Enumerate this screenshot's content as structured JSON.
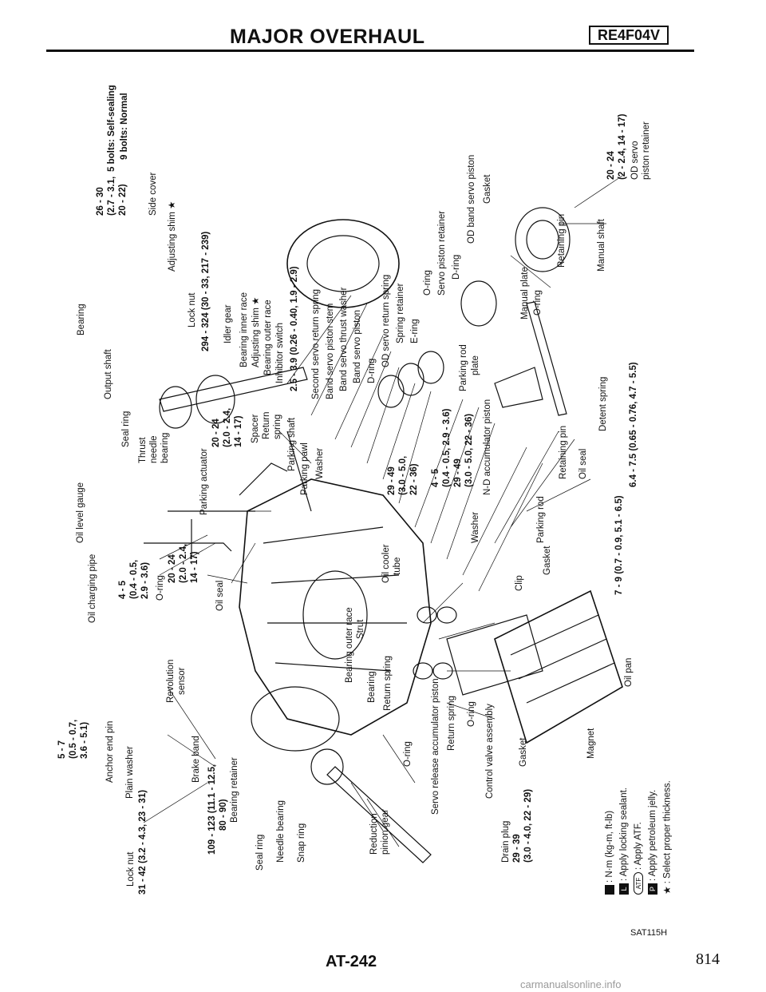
{
  "header": {
    "title": "MAJOR OVERHAUL",
    "model": "RE4F04V"
  },
  "labels": {
    "lock_nut_l": "Lock nut",
    "t_31_42": "31 - 42 (3.2 - 4.3, 23 - 31)",
    "plain_washer": "Plain washer",
    "anchor_end_pin": "Anchor end pin",
    "t_5_7": "5 - 7",
    "t_5_7b": "(0.5 - 0.7,",
    "t_5_7c": "3.6 - 5.1)",
    "revolution_sensor": "Revolution",
    "sensor": "sensor",
    "oil_charging_pipe": "Oil charging pipe",
    "oil_level_gauge": "Oil level gauge",
    "t_4_5": "4 - 5",
    "t_4_5b": "(0.4 - 0.5,",
    "t_4_5c": "2.9 - 3.6)",
    "o_ring_a": "O-ring",
    "t_20_24": "20 - 24",
    "t_20_24b": "(2.0 - 2.4,",
    "t_20_24c": "14 - 17)",
    "oil_seal_a": "Oil seal",
    "thrust_needle_bearing": "Thrust",
    "needle": "needle",
    "bearing_w": "bearing",
    "seal_ring_a": "Seal ring",
    "output_shaft": "Output shaft",
    "bearing_atf": "Bearing",
    "parking_actuator": "Parking actuator",
    "t_20_24d": "20 - 24",
    "t_20_24e": "(2.0 - 2.4,",
    "t_20_24f": "14 - 17)",
    "spacer": "Spacer",
    "return_spring": "Return",
    "spring": "spring",
    "parking_shaft": "Parking shaft",
    "parking_pawl": "Parking pawl",
    "washer": "Washer",
    "idler_gear": "Idler gear",
    "lock_nut_r": "Lock nut",
    "t_294_324": "294 - 324 (30 - 33, 217 - 239)",
    "bearing_inner_race": "Bearing inner race",
    "adjusting_shim_a": "Adjusting shim ★",
    "bearing_outer_race": "Bearing outer race",
    "inhibitor_switch": "Inhibitor switch",
    "t_2_5_3_9": "2.5 - 3.9 (0.26 - 0.40, 1.9 - 2.9)",
    "adjusting_shim_b": "Adjusting shim ★",
    "side_cover": "Side cover",
    "t_26_30": "26 - 30",
    "t_26_30b": "(2.7 - 3.1,",
    "t_26_30c": "20 - 22)",
    "bolts_self": "5 bolts: Self-sealing",
    "bolts_normal": "9 bolts: Normal",
    "second_servo": "Second servo return spring",
    "band_servo_stem": "Band servo piston stem",
    "band_servo_thrust": "Band servo thrust washer",
    "band_servo_piston": "Band servo piston",
    "d_ring_a": "D-ring",
    "od_servo_spring": "OD servo return spring",
    "spring_retainer": "Spring retainer",
    "e_ring": "E-ring",
    "o_ring_b": "O-ring",
    "servo_piston_retainer": "Servo piston retainer",
    "d_ring_b": "D-ring",
    "od_band_servo": "OD band servo piston",
    "gasket_a": "Gasket",
    "t_20_24g": "20 - 24",
    "t_20_24h": "(2 - 2.4, 14 - 17)",
    "od_servo_retainer": "OD servo",
    "piston_retainer": "piston retainer",
    "manual_shaft": "Manual shaft",
    "retaining_pin_a": "Retaining pin",
    "manual_plate": "Manual plate",
    "o_ring_c": "O-ring",
    "parking_rod_plate": "Parking rod",
    "plate": "plate",
    "detent_spring": "Detent spring",
    "t_6_4_7_5": "6.4 - 7.5 (0.65 - 0.76, 4.7 - 5.5)",
    "retaining_pin_b": "Retaining pin",
    "oil_seal_b": "Oil seal",
    "t_29_49": "29 - 49",
    "t_29_49b": "(3.0 - 5.0,",
    "t_29_49c": "22 - 36)",
    "t_4_5_r": "4 - 5",
    "t_4_5_rb": "(0.4 - 0.5, 2.9 - 3.6)",
    "t_29_49_r": "29 - 49",
    "t_29_49_rb": "(3.0 - 5.0, 22 - 36)",
    "nd_accumulator": "N-D accumulator piston",
    "washer_b": "Washer",
    "parking_rod": "Parking rod",
    "gasket_b": "Gasket",
    "oil_cooler_tube": "Oil cooler",
    "tube": "tube",
    "clip": "Clip",
    "t_7_9": "7 - 9 (0.7 - 0.9, 5.1 - 6.5)",
    "strut": "Strut",
    "bearing_outer_race_b": "Bearing outer race",
    "bearing_b": "Bearing",
    "return_spring_b": "Return spring",
    "o_ring_d": "O-ring",
    "servo_release": "Servo release accumulator piston",
    "return_spring_c": "Return spring",
    "o_ring_e": "O-ring",
    "control_valve": "Control valve assembly",
    "magnet": "Magnet",
    "oil_pan": "Oil pan",
    "brake_band": "Brake band",
    "t_109_123": "109 - 123 (11.1 - 12.5,",
    "t_109_123b": "80 - 90)",
    "bearing_retainer": "Bearing retainer",
    "seal_ring_b": "Seal ring",
    "needle_bearing": "Needle bearing",
    "snap_ring": "Snap ring",
    "reduction_pinion": "Reduction",
    "pinion_gear": "pinion gear",
    "drain_plug": "Drain plug",
    "gasket_c": "Gasket",
    "t_29_39": "29 - 39",
    "t_29_39b": "(3.0 - 4.0, 22 - 29)"
  },
  "legend": {
    "torque": ": N·m (kg-m, ft-lb)",
    "locking": ": Apply locking sealant.",
    "atf": ": Apply ATF.",
    "petroleum": ": Apply petroleum jelly.",
    "shim": ": Select proper thickness."
  },
  "icons": {
    "atf_text": "ATF",
    "p_text": "P",
    "l_text": "L",
    "star": "★",
    "x": "✕"
  },
  "footer": {
    "code": "SAT115H",
    "page": "AT-242",
    "number": "814",
    "watermark": "carmanualsonline.info"
  }
}
